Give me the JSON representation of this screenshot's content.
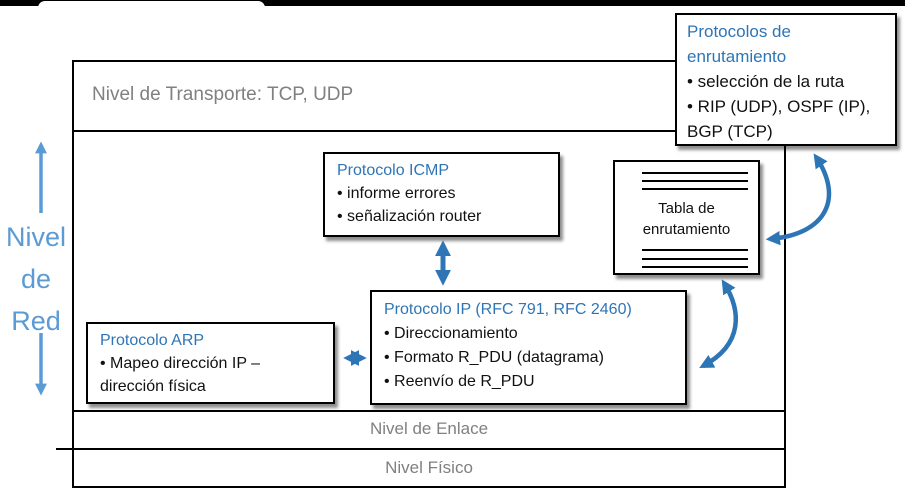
{
  "colors": {
    "title_blue": "#2E75B6",
    "arrow_dark_blue": "#2E75B6",
    "side_light_blue": "#5B9BD5",
    "gray_text": "#808080"
  },
  "side_label": {
    "lines": [
      "Nivel",
      "de",
      "Red"
    ]
  },
  "layers": {
    "transport_label": "Nivel de Transporte: TCP, UDP",
    "link_label": "Nivel de Enlace",
    "physical_label": "Nivel Físico"
  },
  "boxes": {
    "icmp": {
      "title": "Protocolo ICMP",
      "lines": [
        "• informe errores",
        "• señalización router"
      ]
    },
    "ip": {
      "title": "Protocolo IP (RFC 791, RFC 2460)",
      "lines": [
        "• Direccionamiento",
        "• Formato R_PDU (datagrama)",
        "• Reenvío de R_PDU"
      ]
    },
    "arp": {
      "title": "Protocolo ARP",
      "lines": [
        "• Mapeo dirección IP –",
        "dirección física"
      ]
    },
    "routing_protocols": {
      "title_lines": [
        "Protocolos de",
        "enrutamiento"
      ],
      "lines": [
        "• selección de la ruta",
        "• RIP (UDP), OSPF (IP),",
        "BGP (TCP)"
      ]
    },
    "routing_table": {
      "lines": [
        "Tabla de",
        "enrutamiento"
      ]
    }
  }
}
